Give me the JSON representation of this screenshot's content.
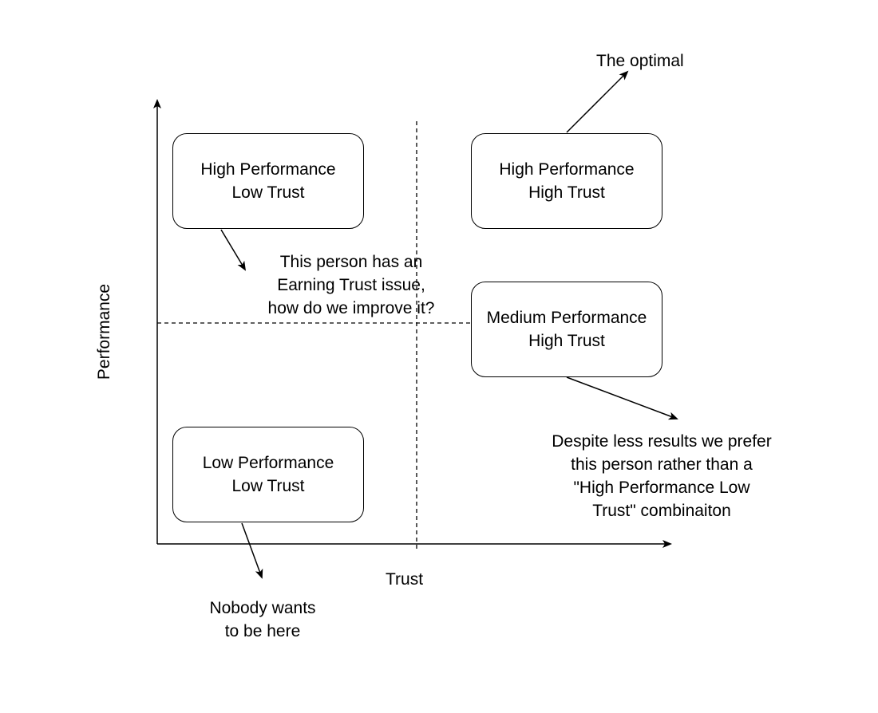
{
  "axes": {
    "x_label": "Trust",
    "y_label": "Performance"
  },
  "quadrants": {
    "high_perf_low_trust": {
      "line1": "High Performance",
      "line2": "Low Trust"
    },
    "high_perf_high_trust": {
      "line1": "High Performance",
      "line2": "High Trust"
    },
    "medium_perf_high_trust": {
      "line1": "Medium Performance",
      "line2": "High Trust"
    },
    "low_perf_low_trust": {
      "line1": "Low Performance",
      "line2": "Low Trust"
    }
  },
  "annotations": {
    "optimal": {
      "text": "The optimal"
    },
    "earning_trust": {
      "line1": "This person has an",
      "line2": "Earning Trust issue,",
      "line3": "how do we improve it?"
    },
    "prefer": {
      "line1": "Despite less results we prefer",
      "line2": "this person rather than a",
      "line3": "\"High Performance Low",
      "line4": "Trust\" combinaiton"
    },
    "nobody": {
      "line1": "Nobody wants",
      "line2": "to be here"
    }
  },
  "colors": {
    "stroke": "#000000",
    "background": "#ffffff"
  }
}
